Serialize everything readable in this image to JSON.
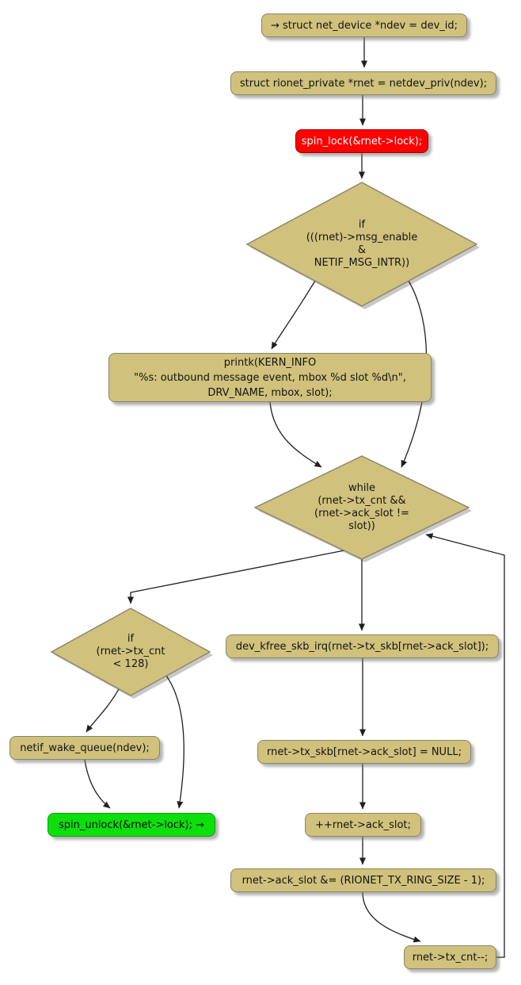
{
  "diagram": {
    "colors": {
      "node_fill": "#d0c17c",
      "node_border": "#8a8468",
      "lock_fill": "#ff0000",
      "lock_text": "#ffffff",
      "unlock_fill": "#0ddf0d",
      "arrow": "#1f1f1f",
      "shadow": "#9a9a9a"
    },
    "nodes": {
      "start_assign": {
        "label": "→ struct net_device *ndev = dev_id;"
      },
      "netdev_priv": {
        "label": "struct rionet_private *rnet = netdev_priv(ndev);"
      },
      "spin_lock": {
        "label": "spin_lock(&rnet->lock);"
      },
      "if_msg_enable": {
        "lines": [
          "if",
          "(((rnet)->msg_enable",
          "&",
          "NETIF_MSG_INTR))"
        ]
      },
      "printk": {
        "lines": [
          "printk(KERN_INFO",
          "\"%s: outbound message event, mbox %d slot %d\\n\",",
          "DRV_NAME, mbox, slot);"
        ]
      },
      "while_loop": {
        "lines": [
          "while",
          "(rnet->tx_cnt &&",
          "(rnet->ack_slot !=",
          "slot))"
        ]
      },
      "if_tx_cnt": {
        "lines": [
          "if",
          "(rnet->tx_cnt",
          "< 128)"
        ]
      },
      "dev_kfree": {
        "label": "dev_kfree_skb_irq(rnet->tx_skb[rnet->ack_slot]);"
      },
      "wake_queue": {
        "label": "netif_wake_queue(ndev);"
      },
      "spin_unlock": {
        "label": "spin_unlock(&rnet->lock); →"
      },
      "tx_skb_null": {
        "label": "rnet->tx_skb[rnet->ack_slot] = NULL;"
      },
      "inc_ack_slot": {
        "label": "++rnet->ack_slot;"
      },
      "ack_slot_mask": {
        "label": "rnet->ack_slot &= (RIONET_TX_RING_SIZE - 1);"
      },
      "tx_cnt_dec": {
        "label": "rnet->tx_cnt--;"
      }
    }
  }
}
